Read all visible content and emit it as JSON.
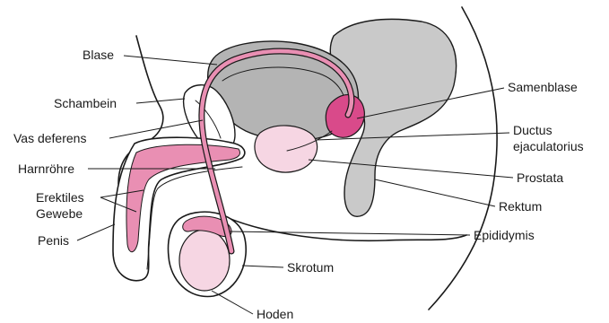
{
  "diagram": {
    "labels": {
      "blase": "Blase",
      "schambein": "Schambein",
      "vas_deferens": "Vas deferens",
      "harnroehre": "Harnröhre",
      "erektiles_line1": "Erektiles",
      "erektiles_line2": "Gewebe",
      "penis": "Penis",
      "samenblase": "Samenblase",
      "ductus_line1": "Ductus",
      "ductus_line2": "ejaculatorius",
      "prostata": "Prostata",
      "rektum": "Rektum",
      "epididymis": "Epididymis",
      "skrotum": "Skrotum",
      "hoden": "Hoden"
    },
    "colors": {
      "bladder_gray": "#b4b4b4",
      "rectum_gray": "#c9c9c9",
      "pink": "#e98fb3",
      "pink_dark": "#d94a8a",
      "pink_light": "#f6d6e3",
      "line": "#1a1a1a"
    }
  }
}
